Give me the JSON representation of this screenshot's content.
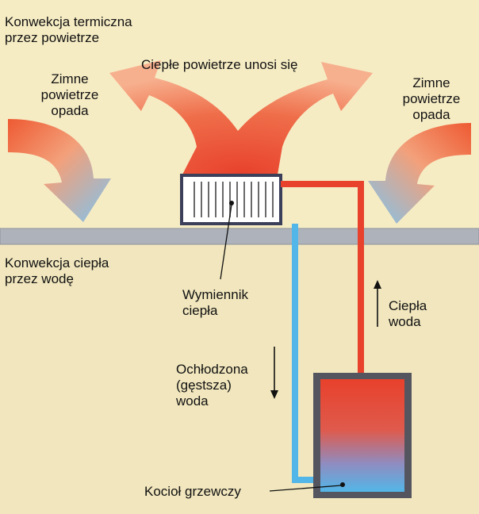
{
  "labels": {
    "air_convection": [
      "Konwekcja termiczna",
      "przez powietrze"
    ],
    "warm_air_rises": "Ciepłe powietrze unosi się",
    "cold_air_left": [
      "Zimne",
      "powietrze",
      "opada"
    ],
    "cold_air_right": [
      "Zimne",
      "powietrze",
      "opada"
    ],
    "water_convection": [
      "Konwekcja ciepła",
      "przez wodę"
    ],
    "heat_exchanger": [
      "Wymiennik",
      "ciepła"
    ],
    "warm_water": [
      "Ciepła",
      "woda"
    ],
    "cooled_water": [
      "Ochłodzona",
      "(gęstsza)",
      "woda"
    ],
    "boiler": "Kocioł grzewczy"
  },
  "colors": {
    "upper_background": "#f6ecc4",
    "lower_background": "#f1e6bd",
    "floor": "#aeb3bb",
    "hot": "#e8412c",
    "cold": "#53b6e8",
    "text": "#111111"
  }
}
